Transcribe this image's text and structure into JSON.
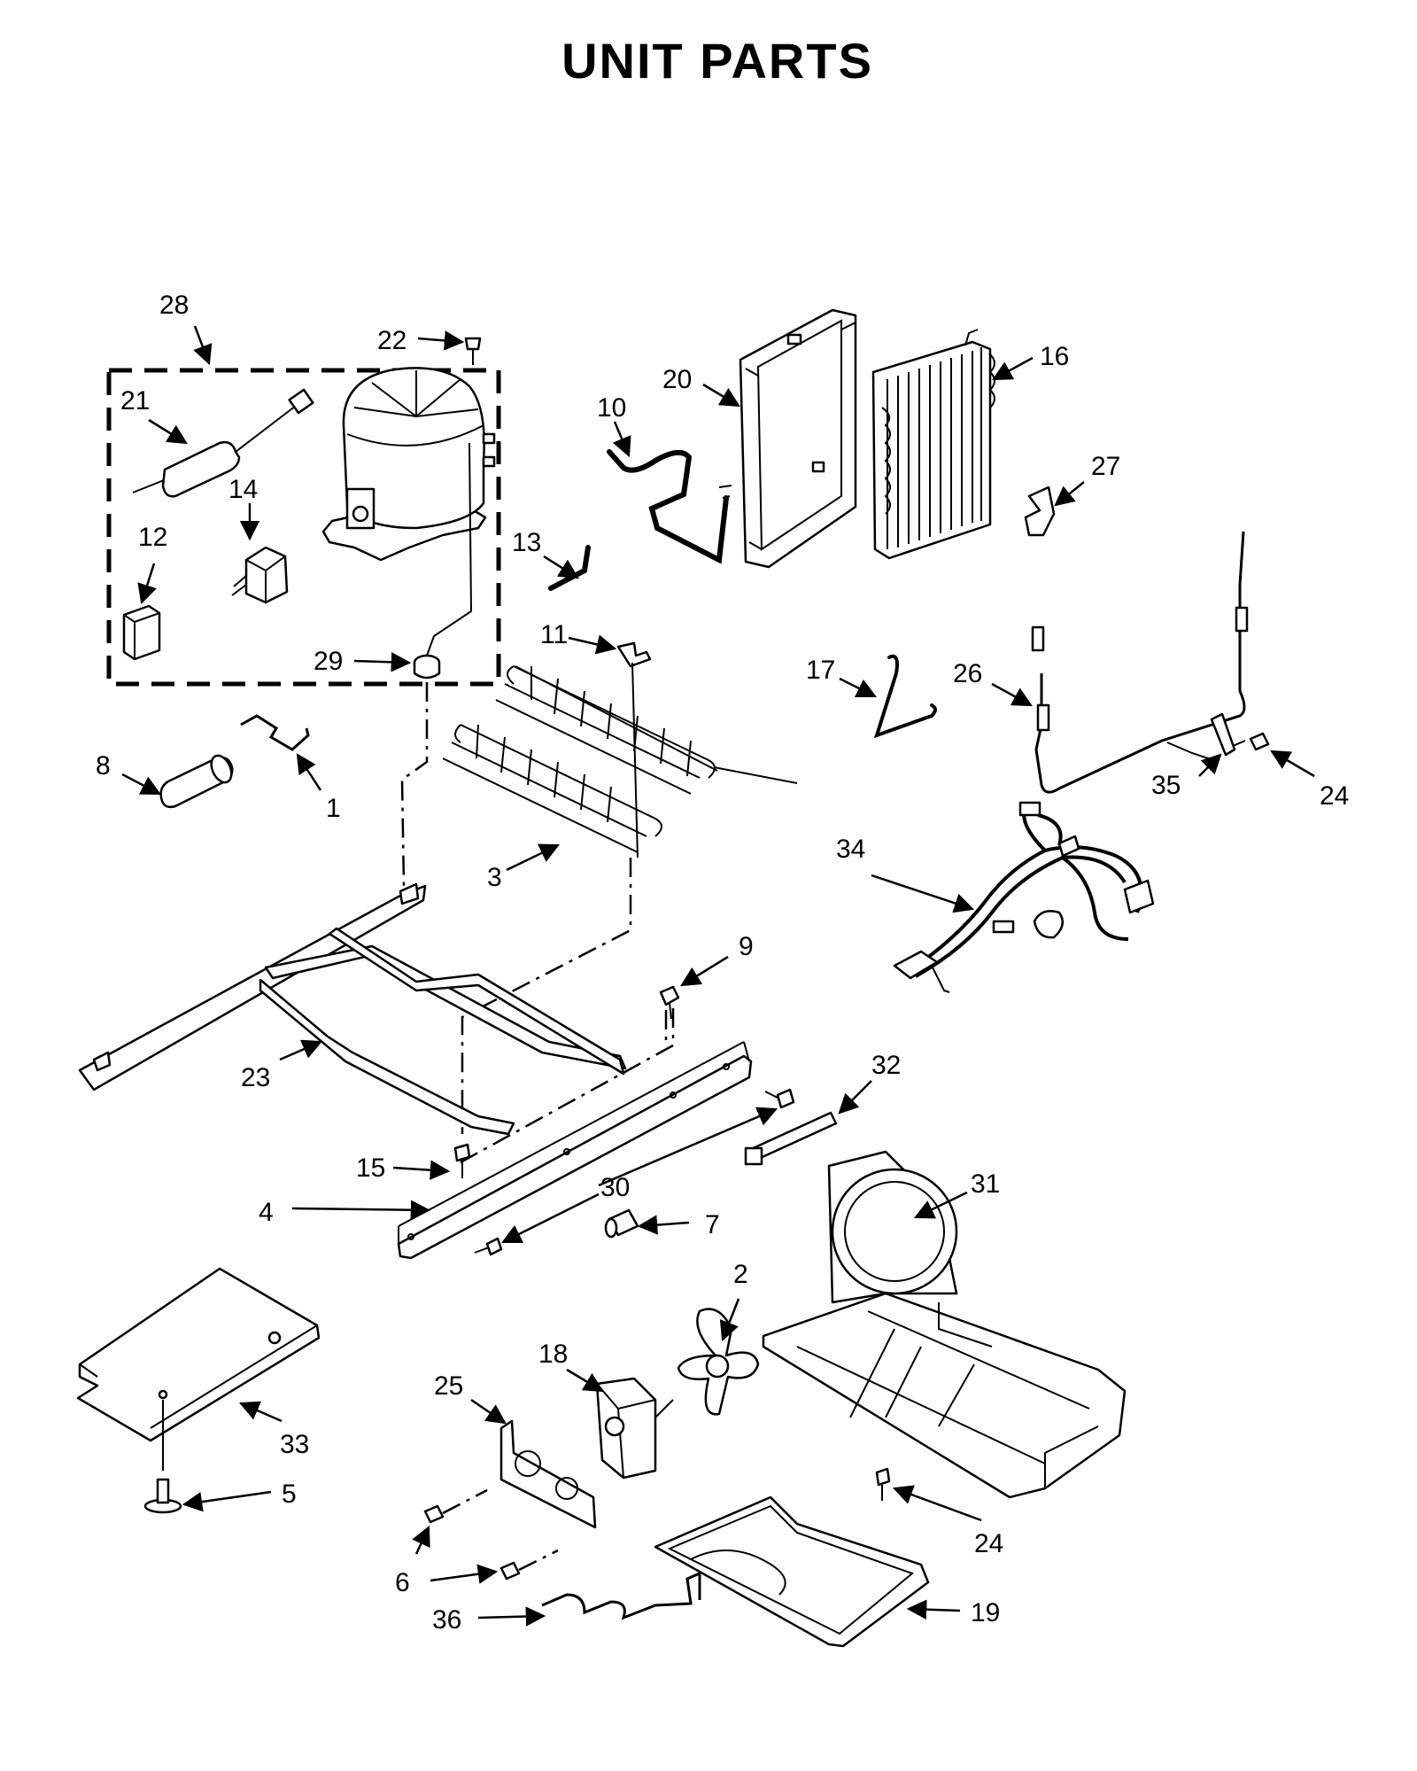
{
  "page": {
    "title": "UNIT PARTS"
  },
  "callouts": [
    {
      "id": "28",
      "label": "28"
    },
    {
      "id": "22",
      "label": "22"
    },
    {
      "id": "21",
      "label": "21"
    },
    {
      "id": "14",
      "label": "14"
    },
    {
      "id": "12",
      "label": "12"
    },
    {
      "id": "29",
      "label": "29"
    },
    {
      "id": "20",
      "label": "20"
    },
    {
      "id": "10",
      "label": "10"
    },
    {
      "id": "16",
      "label": "16"
    },
    {
      "id": "27",
      "label": "27"
    },
    {
      "id": "13",
      "label": "13"
    },
    {
      "id": "11",
      "label": "11"
    },
    {
      "id": "17",
      "label": "17"
    },
    {
      "id": "26",
      "label": "26"
    },
    {
      "id": "8",
      "label": "8"
    },
    {
      "id": "1",
      "label": "1"
    },
    {
      "id": "35",
      "label": "35"
    },
    {
      "id": "24a",
      "label": "24"
    },
    {
      "id": "34",
      "label": "34"
    },
    {
      "id": "3",
      "label": "3"
    },
    {
      "id": "9",
      "label": "9"
    },
    {
      "id": "23",
      "label": "23"
    },
    {
      "id": "32",
      "label": "32"
    },
    {
      "id": "15",
      "label": "15"
    },
    {
      "id": "30",
      "label": "30"
    },
    {
      "id": "31",
      "label": "31"
    },
    {
      "id": "4",
      "label": "4"
    },
    {
      "id": "7",
      "label": "7"
    },
    {
      "id": "2",
      "label": "2"
    },
    {
      "id": "18",
      "label": "18"
    },
    {
      "id": "25",
      "label": "25"
    },
    {
      "id": "33",
      "label": "33"
    },
    {
      "id": "5",
      "label": "5"
    },
    {
      "id": "24b",
      "label": "24"
    },
    {
      "id": "6",
      "label": "6"
    },
    {
      "id": "19",
      "label": "19"
    },
    {
      "id": "36",
      "label": "36"
    }
  ]
}
